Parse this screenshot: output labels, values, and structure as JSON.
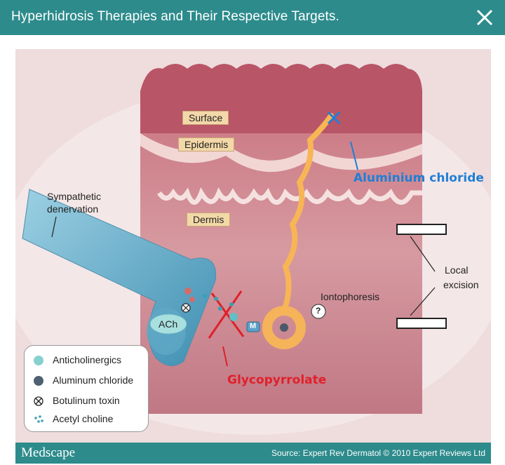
{
  "window": {
    "title": "Hyperhidrosis Therapies and Their Respective Targets.",
    "close_icon": "close-icon"
  },
  "figure": {
    "labels": {
      "surface": "Surface",
      "epidermis": "Epidermis",
      "dermis": "Dermis",
      "sympathetic_denervation_line1": "Sympathetic",
      "sympathetic_denervation_line2": "denervation",
      "local_excision_line1": "Local",
      "local_excision_line2": "excision",
      "iontophoresis": "Iontophoresis",
      "question_mark": "?",
      "ach": "ACh",
      "m_receptor": "M"
    },
    "annotations": {
      "aluminium_chloride": "Aluminium chloride",
      "glycopyrrolate": "Glycopyrrolate"
    },
    "legend": [
      {
        "label": "Anticholinergics",
        "icon": "teal-dot-icon"
      },
      {
        "label": "Aluminum chloride",
        "icon": "dark-dot-icon"
      },
      {
        "label": "Botulinum toxin",
        "icon": "circled-x-icon"
      },
      {
        "label": "Acetyl choline",
        "icon": "dots-icon"
      }
    ]
  },
  "footer": {
    "brand": "Medscape",
    "source": "Source: Expert Rev Dermatol © 2010 Expert Reviews Ltd"
  },
  "colors": {
    "header": "#2d8b8c",
    "annotation_blue": "#1f7fd6",
    "annotation_red": "#e0202a"
  }
}
